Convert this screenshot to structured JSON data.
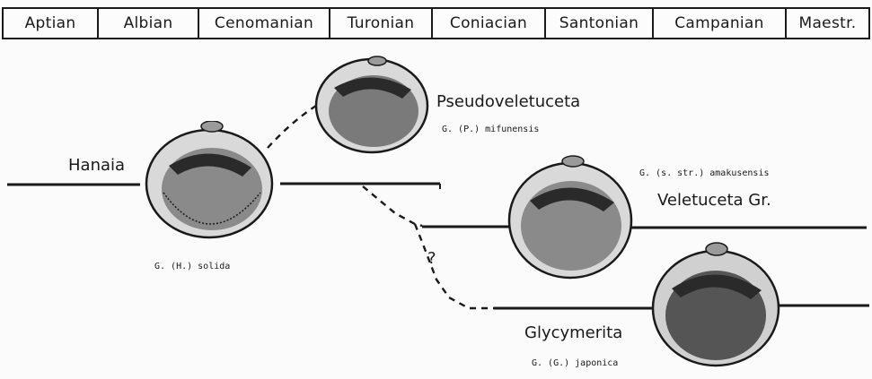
{
  "stages": [
    "Aptian",
    "Albian",
    "Cenomanian",
    "Turonian",
    "Coniacian",
    "Santonian",
    "Campanian",
    "Maestr."
  ],
  "lineages": {
    "hanaia": {
      "genus": "Hanaia",
      "species": "G. (H.) solida"
    },
    "pseudoveletuceta": {
      "genus": "Pseudoveletuceta",
      "species": "G. (P.) mifunensis"
    },
    "veletuceta": {
      "genus": "Veletuceta   Gr.",
      "species": "G. (s. str.) amakusensis"
    },
    "glycymerita": {
      "genus": "Glycymerita",
      "species": "G. (G.) japonica"
    }
  },
  "uncertain_mark": "?",
  "colors": {
    "ink": "#1a1a1a",
    "shell_dark": "#2a2a2a",
    "shell_light": "#d9d9d9"
  }
}
